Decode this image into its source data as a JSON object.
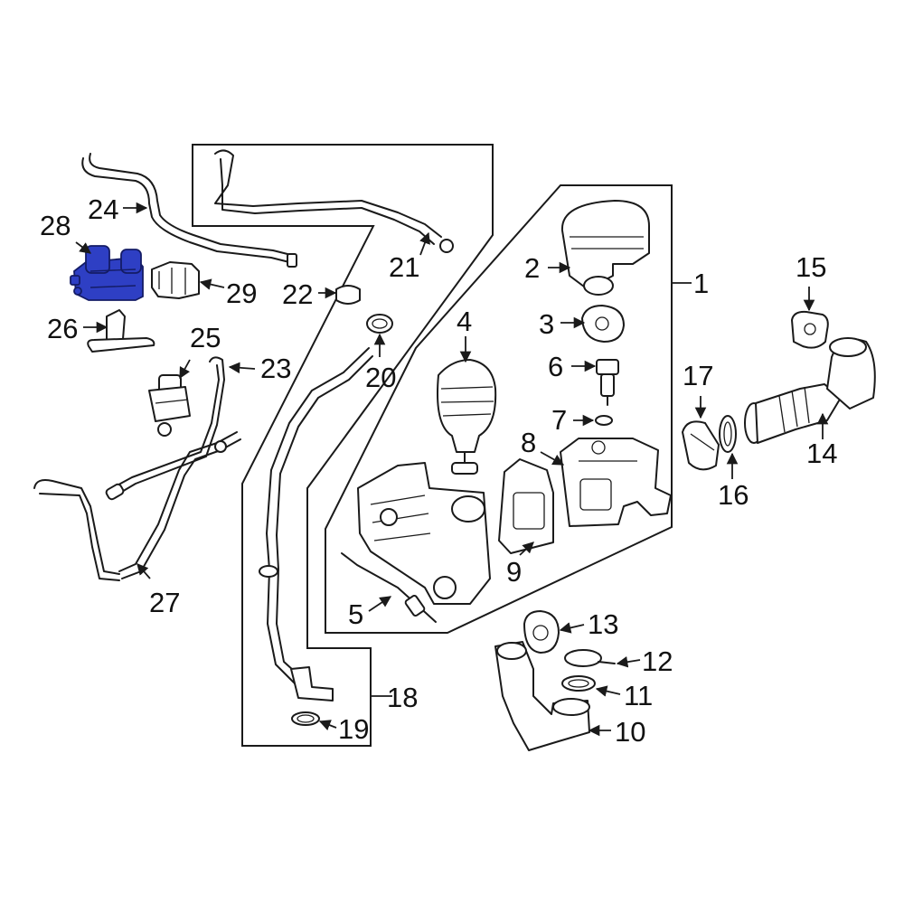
{
  "diagram": {
    "highlight_color": "#2e3fc4",
    "labels": [
      {
        "id": "1",
        "text": "1"
      },
      {
        "id": "2",
        "text": "2"
      },
      {
        "id": "3",
        "text": "3"
      },
      {
        "id": "4",
        "text": "4"
      },
      {
        "id": "5",
        "text": "5"
      },
      {
        "id": "6",
        "text": "6"
      },
      {
        "id": "7",
        "text": "7"
      },
      {
        "id": "8",
        "text": "8"
      },
      {
        "id": "9",
        "text": "9"
      },
      {
        "id": "10",
        "text": "10"
      },
      {
        "id": "11",
        "text": "11"
      },
      {
        "id": "12",
        "text": "12"
      },
      {
        "id": "13",
        "text": "13"
      },
      {
        "id": "14",
        "text": "14"
      },
      {
        "id": "15",
        "text": "15"
      },
      {
        "id": "16",
        "text": "16"
      },
      {
        "id": "17",
        "text": "17"
      },
      {
        "id": "18",
        "text": "18"
      },
      {
        "id": "19",
        "text": "19"
      },
      {
        "id": "20",
        "text": "20"
      },
      {
        "id": "21",
        "text": "21"
      },
      {
        "id": "22",
        "text": "22"
      },
      {
        "id": "23",
        "text": "23"
      },
      {
        "id": "24",
        "text": "24"
      },
      {
        "id": "25",
        "text": "25"
      },
      {
        "id": "26",
        "text": "26"
      },
      {
        "id": "27",
        "text": "27"
      },
      {
        "id": "28",
        "text": "28"
      },
      {
        "id": "29",
        "text": "29"
      }
    ]
  }
}
